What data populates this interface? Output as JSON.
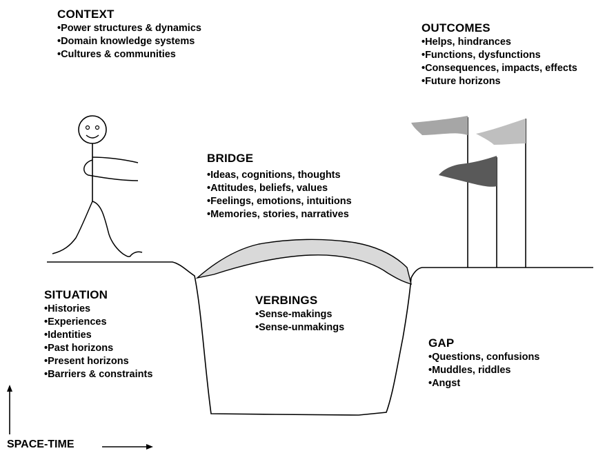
{
  "context": {
    "heading": "CONTEXT",
    "items": [
      "•Power structures & dynamics",
      "•Domain knowledge systems",
      "•Cultures & communities"
    ]
  },
  "outcomes": {
    "heading": "OUTCOMES",
    "items": [
      "•Helps, hindrances",
      "•Functions, dysfunctions",
      "•Consequences, impacts, effects",
      "•Future horizons"
    ]
  },
  "bridge": {
    "heading": "BRIDGE",
    "items": [
      "•Ideas, cognitions, thoughts",
      "•Attitudes, beliefs, values",
      "•Feelings, emotions, intuitions",
      "•Memories, stories, narratives"
    ]
  },
  "situation": {
    "heading": "SITUATION",
    "items": [
      "•Histories",
      "•Experiences",
      "•Identities",
      "•Past horizons",
      "•Present horizons",
      "•Barriers & constraints"
    ]
  },
  "verbings": {
    "heading": "VERBINGS",
    "items": [
      "•Sense-makings",
      "•Sense-unmakings"
    ]
  },
  "gap": {
    "heading": "GAP",
    "items": [
      "•Questions, confusions",
      "•Muddles, riddles",
      "•Angst"
    ]
  },
  "axis": {
    "label": "SPACE-TIME"
  },
  "colors": {
    "line": "#000000",
    "bridge_fill": "#d9d9d9",
    "flag_light": "#a6a6a6",
    "flag_mid": "#bfbfbf",
    "flag_dark": "#595959"
  }
}
